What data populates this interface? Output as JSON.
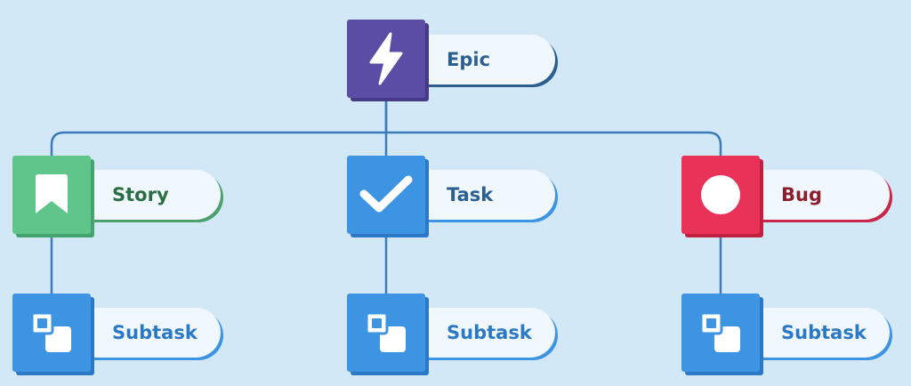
{
  "colors": {
    "background": "#d3e8f7",
    "connector": "#3a7bb8",
    "epic": "#5b4ca6",
    "story": "#5fc58a",
    "task": "#3d94e3",
    "bug": "#e83258",
    "subtask": "#3d94e3",
    "label_background": "#f1f8fd"
  },
  "nodes": {
    "epic": {
      "label": "Epic",
      "icon": "lightning-bolt-icon"
    },
    "story": {
      "label": "Story",
      "icon": "bookmark-icon"
    },
    "task": {
      "label": "Task",
      "icon": "checkmark-icon"
    },
    "bug": {
      "label": "Bug",
      "icon": "circle-icon"
    },
    "subtask_story": {
      "label": "Subtask",
      "icon": "overlapping-squares-icon"
    },
    "subtask_task": {
      "label": "Subtask",
      "icon": "overlapping-squares-icon"
    },
    "subtask_bug": {
      "label": "Subtask",
      "icon": "overlapping-squares-icon"
    }
  },
  "edges": [
    [
      "epic",
      "story"
    ],
    [
      "epic",
      "task"
    ],
    [
      "epic",
      "bug"
    ],
    [
      "story",
      "subtask_story"
    ],
    [
      "task",
      "subtask_task"
    ],
    [
      "bug",
      "subtask_bug"
    ]
  ]
}
